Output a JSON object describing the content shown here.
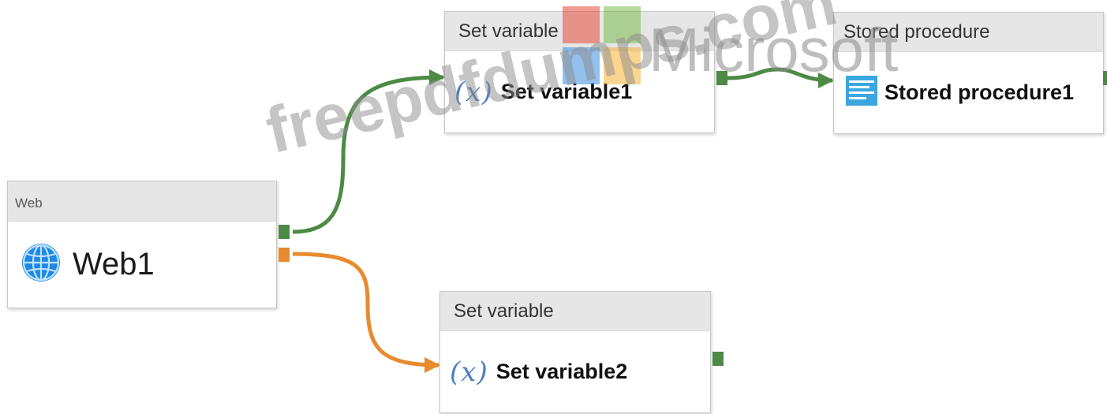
{
  "activities": {
    "web": {
      "type_label": "Web",
      "name": "Web1",
      "icon": "globe-icon"
    },
    "setvar1": {
      "type_label": "Set variable",
      "name": "Set variable1",
      "icon": "variable-x-icon",
      "icon_glyph": "(x)"
    },
    "storedproc": {
      "type_label": "Stored procedure",
      "name": "Stored procedure1",
      "icon": "stored-procedure-icon"
    },
    "setvar2": {
      "type_label": "Set variable",
      "name": "Set variable2",
      "icon": "variable-x-icon",
      "icon_glyph": "(x)"
    }
  },
  "connections": [
    {
      "from": "Web1",
      "to": "Set variable1",
      "condition": "success",
      "color": "#4c8a45"
    },
    {
      "from": "Web1",
      "to": "Set variable2",
      "condition": "failure",
      "color": "#e88a2e"
    },
    {
      "from": "Set variable1",
      "to": "Stored procedure1",
      "condition": "success",
      "color": "#4c8a45"
    }
  ],
  "colors": {
    "success": "#4c8a45",
    "failure": "#e88a2e",
    "header_bg": "#e6e6e6",
    "icon_blue": "#4a7fc1"
  },
  "watermark": {
    "brand": "Microsoft",
    "site": "freepdfdumps.com",
    "logo_colors": [
      "#e74c3c",
      "#7cbb4f",
      "#3b8ede",
      "#f6b33a"
    ]
  }
}
